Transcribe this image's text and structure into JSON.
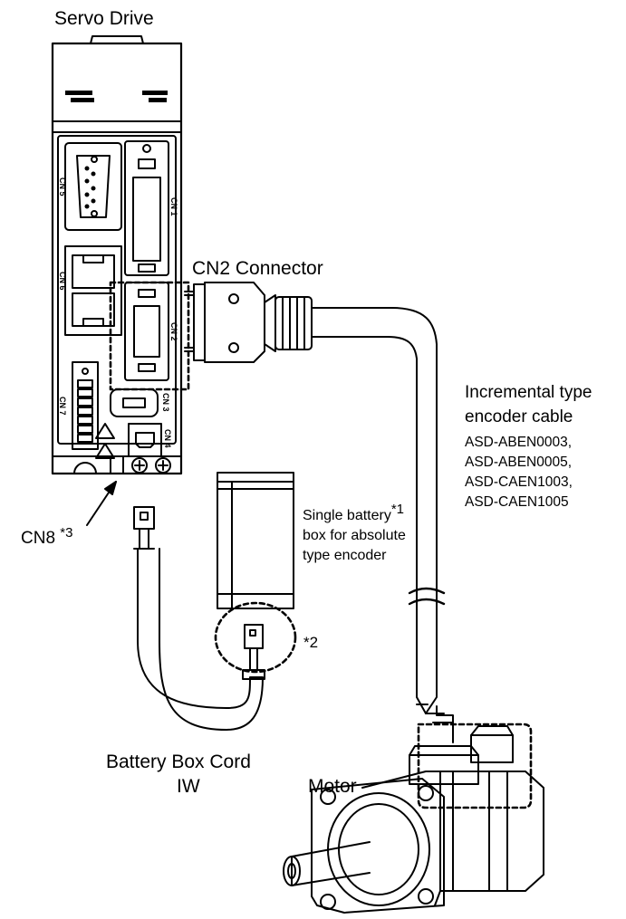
{
  "labels": {
    "servo_drive": "Servo Drive",
    "cn2_connector": "CN2 Connector",
    "encoder_cable_title_1": "Incremental type",
    "encoder_cable_title_2": "encoder cable",
    "encoder_cable_models": [
      "ASD-ABEN0003,",
      "ASD-ABEN0005,",
      "ASD-CAEN1003,",
      "ASD-CAEN1005"
    ],
    "battery_line_1": "Single battery",
    "battery_line_1_note": "*1",
    "battery_line_2": "box for absolute",
    "battery_line_3": "type encoder",
    "cn8": "CN8",
    "cn8_note": "*3",
    "note_2": "*2",
    "battery_cord_1": "Battery Box Cord",
    "battery_cord_2": "IW",
    "motor": "Motor"
  },
  "drive_markings": {
    "cn5": "CN 5",
    "cn1": "CN 1",
    "cn6": "CN 6",
    "cn2": "CN 2",
    "cn3": "CN 3",
    "cn7": "CN 7",
    "cn4": "CN 4"
  },
  "colors": {
    "line": "#000000",
    "background": "#ffffff",
    "dashed_outline": "#000000"
  }
}
